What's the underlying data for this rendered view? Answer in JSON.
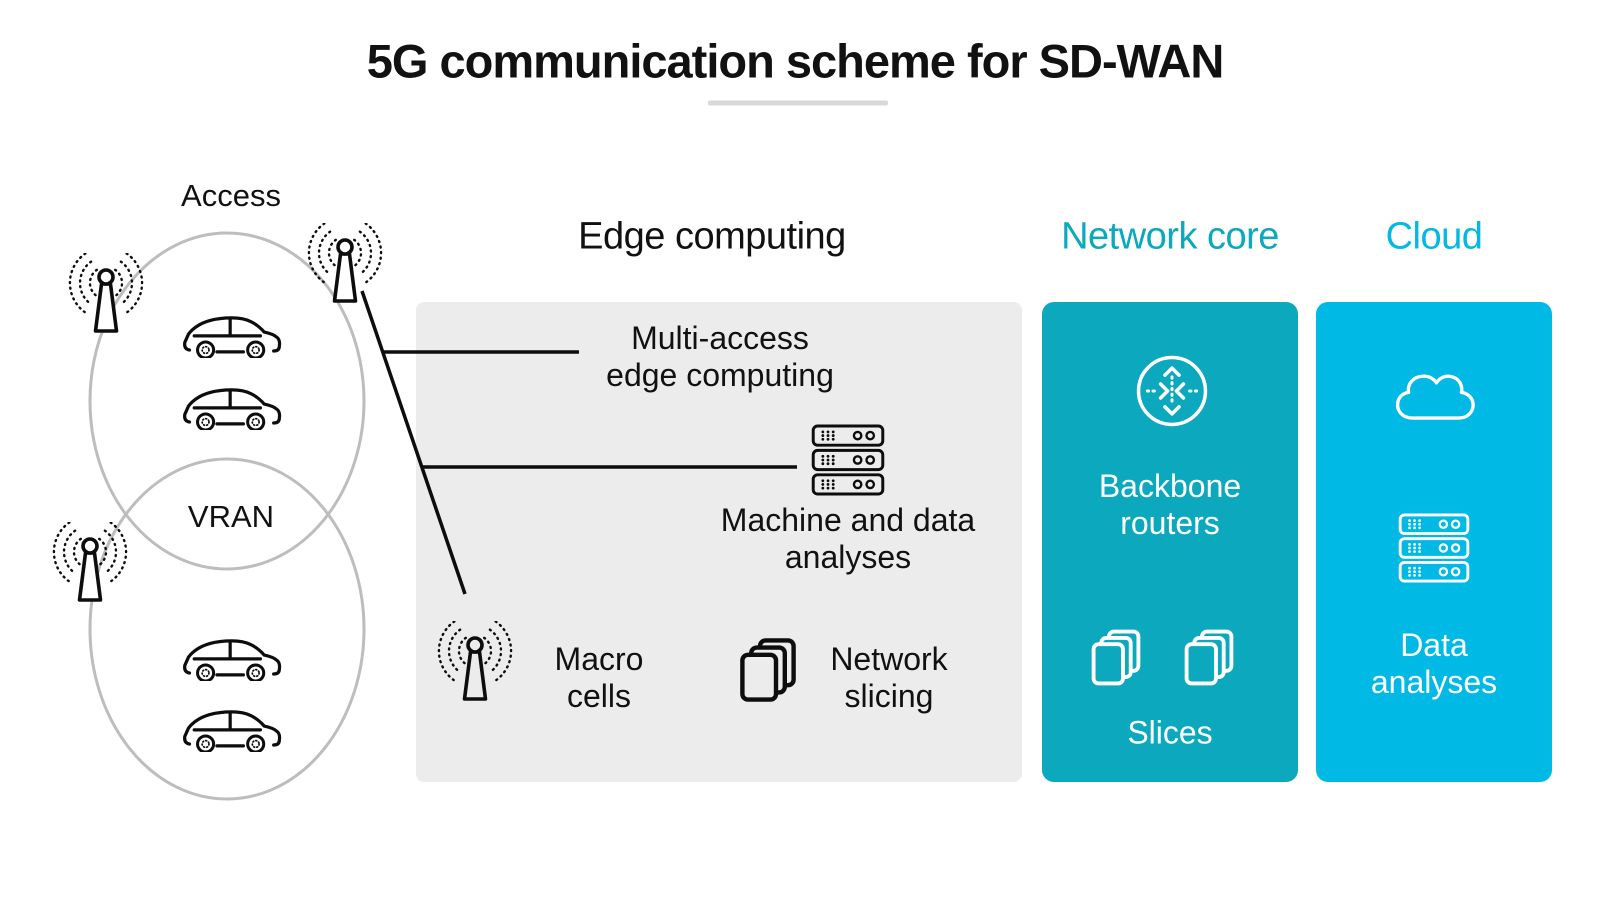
{
  "title": "5G communication scheme for SD-WAN",
  "access": {
    "label": "Access",
    "vran": "VRAN"
  },
  "edge": {
    "heading": "Edge computing",
    "mec": [
      "Multi-access",
      "edge computing"
    ],
    "machine": [
      "Machine and data",
      "analyses"
    ],
    "macro": [
      "Macro",
      "cells"
    ],
    "slicing": [
      "Network",
      "slicing"
    ]
  },
  "network_core": {
    "heading": "Network core",
    "routers": [
      "Backbone",
      "routers"
    ],
    "slices_label": "Slices"
  },
  "cloud": {
    "heading": "Cloud",
    "data": [
      "Data",
      "analyses"
    ]
  },
  "icons": {
    "antenna": "antenna-tower-icon",
    "car": "car-icon",
    "server": "server-stack-icon",
    "slices": "network-slices-icon",
    "router": "backbone-router-icon",
    "cloud": "cloud-icon"
  },
  "colors": {
    "ink": "#0D0D0D",
    "panel-gray": "#ECECEC",
    "ellipse-gray": "#BDBDBD",
    "teal": "#0BA8BE",
    "cyan": "#00B9E4",
    "rule-gray": "#D9D9D9"
  }
}
